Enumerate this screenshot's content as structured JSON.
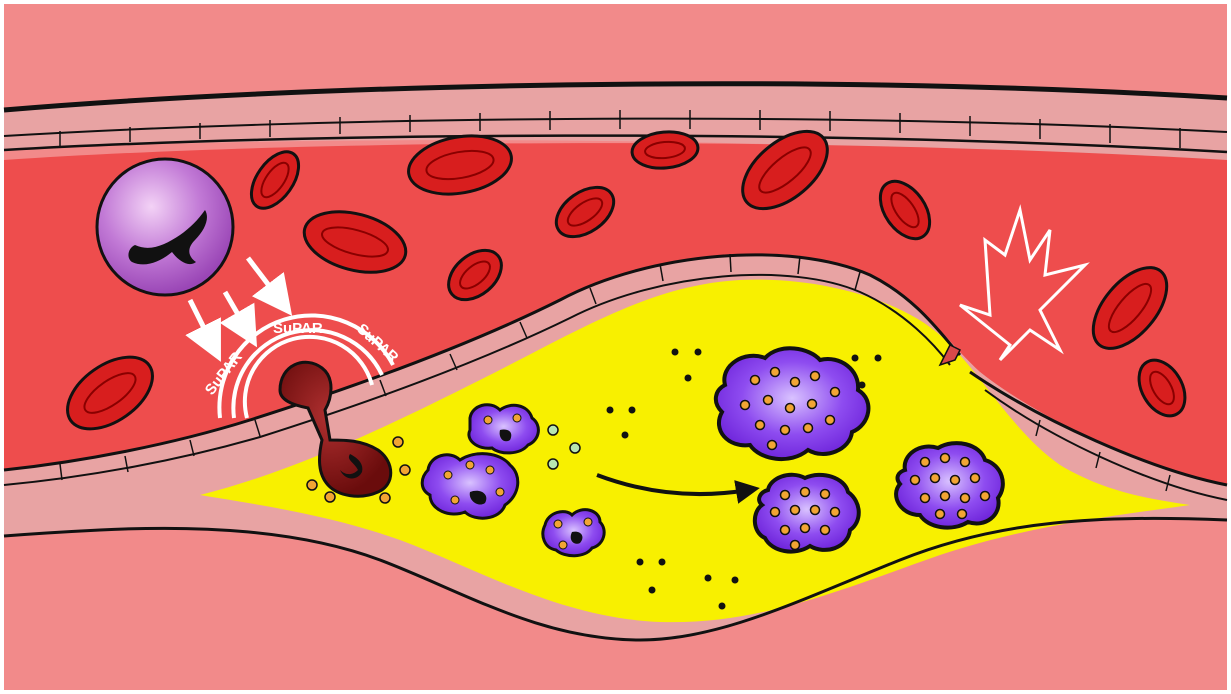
{
  "labels": {
    "supar_left": "SuPAR",
    "supar_top": "SuPAR",
    "supar_right": "SuPAR"
  },
  "colors": {
    "tissue": "#f28a8a",
    "vessel_wall": "#e8a3a3",
    "lumen": "#ee4d4d",
    "red_cell": "#d81e1e",
    "plaque_core": "#f8f000",
    "foam_cell": "#7a2ee6",
    "monocyte": "#b86ad0",
    "macrophage": "#7a1010",
    "lipid_dot": "#f2a533",
    "outline": "#111111"
  },
  "icons": [
    "monocyte-icon",
    "red-blood-cell-icon",
    "foam-cell-icon",
    "rupture-icon",
    "arrow-icon"
  ]
}
